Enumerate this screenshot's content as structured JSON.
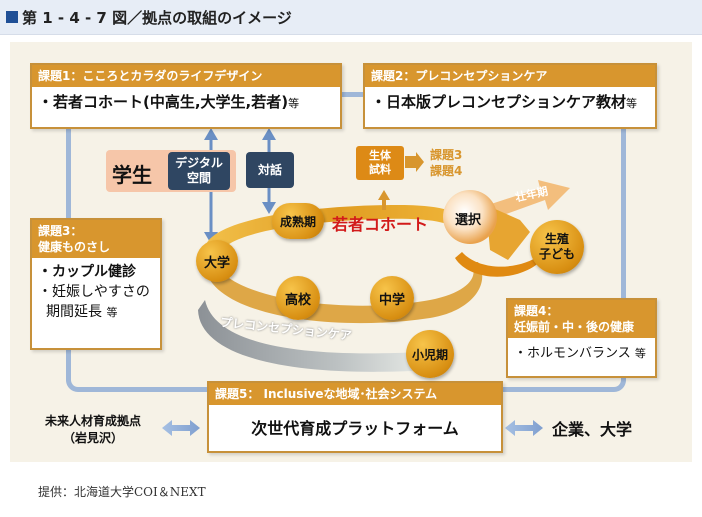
{
  "header": {
    "title": "第 1 - 4 - 7 図／拠点の取組のイメージ"
  },
  "boxes": {
    "kadai1": {
      "head": "課題1：こころとカラダのライフデザイン",
      "body": "・若者コホート(中高生,大学生,若者)",
      "suffix": "等"
    },
    "kadai2": {
      "head": "課題2：プレコンセプションケア",
      "body": "・日本版プレコンセプションケア教材",
      "suffix": "等"
    },
    "kadai3": {
      "head_line1": "課題3：",
      "head_line2": "健康ものさし",
      "item1": "・カップル健診",
      "item2": "・妊娠しやすさの",
      "item3": "期間延長",
      "suffix": "等"
    },
    "kadai4": {
      "head_line1": "課題4：",
      "head_line2": "妊娠前・中・後の健康",
      "body": "・ホルモンバランス",
      "suffix": "等"
    },
    "kadai5": {
      "head": "課題5：  Inclusiveな地域･社会システム",
      "body": "次世代育成プラットフォーム"
    }
  },
  "center": {
    "gakusei": "学生",
    "digital_line1": "デジタル",
    "digital_line2": "空間",
    "taiwa": "対話",
    "seitai_line1": "生体",
    "seitai_line2": "試料",
    "kadai34_line1": "課題3",
    "kadai34_line2": "課題4",
    "wakamono_cohort": "若者コホート",
    "precon_label": "プレコンセプションケア",
    "sentaku": "選択",
    "sonenki": "壮年期",
    "seishoku_line1": "生殖",
    "seishoku_line2": "子ども"
  },
  "nodes": {
    "seijukuki": "成熟期",
    "daigaku": "大学",
    "koko": "高校",
    "chugaku": "中学",
    "shojiki": "小児期"
  },
  "bottom": {
    "left_line1": "未来人材育成拠点",
    "left_line2": "（岩見沢）",
    "right": "企業、大学"
  },
  "footnote": "提供：北海道大学COI＆NEXT",
  "colors": {
    "navy": "#1f4f96",
    "orange": "#d8962e",
    "frame_blue": "#9fb7d8",
    "cohort_red": "#d21a1a"
  }
}
